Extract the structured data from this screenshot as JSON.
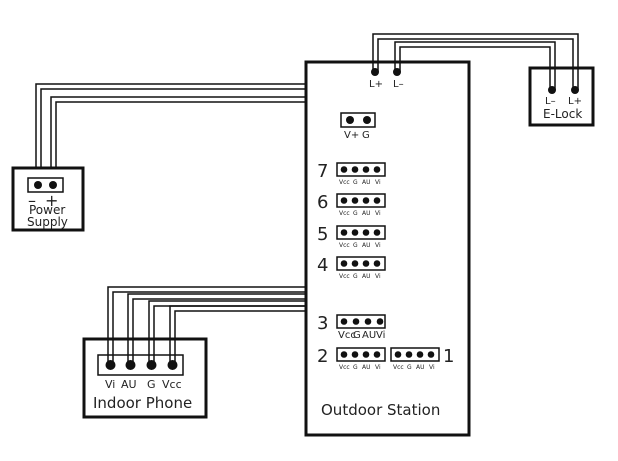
{
  "outdoor_station": {
    "title": "Outdoor Station",
    "lock_terminal": {
      "pins": [
        "L+",
        "L–"
      ]
    },
    "power_terminal": {
      "pins": [
        "V+",
        "G"
      ]
    },
    "ports": [
      {
        "number": "7",
        "pins": [
          "Vcc",
          "G",
          "AU",
          "Vi"
        ]
      },
      {
        "number": "6",
        "pins": [
          "Vcc",
          "G",
          "AU",
          "Vi"
        ]
      },
      {
        "number": "5",
        "pins": [
          "Vcc",
          "G",
          "AU",
          "Vi"
        ]
      },
      {
        "number": "4",
        "pins": [
          "Vcc",
          "G",
          "AU",
          "Vi"
        ]
      },
      {
        "number": "3",
        "pins": [
          "Vcc",
          "G",
          "AU",
          "Vi"
        ]
      },
      {
        "number": "2",
        "pins": [
          "Vcc",
          "G",
          "AU",
          "Vi"
        ]
      },
      {
        "number": "1",
        "pins": [
          "Vcc",
          "G",
          "AU",
          "Vi"
        ]
      }
    ]
  },
  "e_lock": {
    "title": "E-Lock",
    "pins": [
      "L–",
      "L+"
    ]
  },
  "power_supply": {
    "title_line1": "Power",
    "title_line2": "Supply",
    "minus": "–",
    "plus": "+"
  },
  "indoor_phone": {
    "title": "Indoor Phone",
    "pins": [
      "Vi",
      "AU",
      "G",
      "Vcc"
    ]
  }
}
